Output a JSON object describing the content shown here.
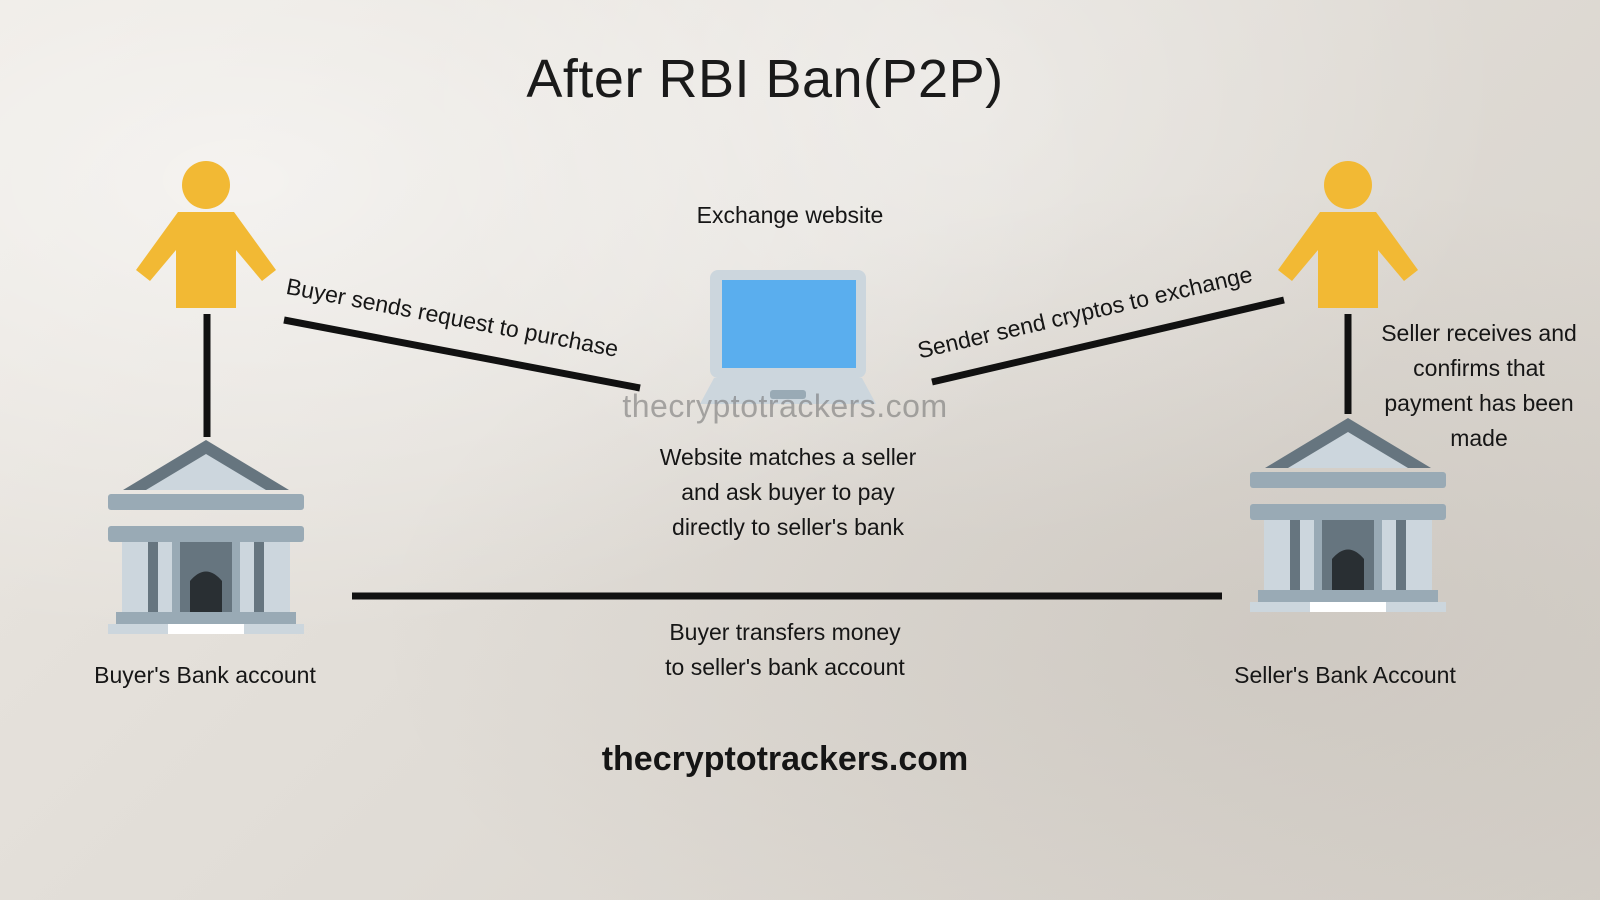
{
  "title": "After RBI Ban(P2P)",
  "nodes": {
    "buyer_bank": "Buyer's Bank account",
    "seller_bank": "Seller's Bank Account",
    "exchange": "Exchange website"
  },
  "edges": {
    "buyer_to_exchange": "Buyer sends request to purchase",
    "seller_to_exchange": "Sender send cryptos to exchange",
    "bank_transfer": [
      "Buyer transfers money",
      "to seller's bank account"
    ]
  },
  "notes": {
    "website_match": [
      "Website matches a seller",
      "and ask buyer to pay",
      "directly to seller's bank"
    ],
    "seller_confirm": [
      "Seller receives and",
      "confirms that",
      "payment has been",
      "made"
    ]
  },
  "watermark": "thecryptotrackers.com",
  "footer": "thecryptotrackers.com",
  "colors": {
    "person": "#F2B934",
    "screen": "#5AAEEE",
    "laptop_frame": "#CCD6DD",
    "bank_light": "#CCD6DD",
    "bank_dark": "#66757F",
    "door": "#292F33",
    "line": "#111111"
  },
  "icons": [
    "person-icon",
    "laptop-icon",
    "bank-icon"
  ]
}
